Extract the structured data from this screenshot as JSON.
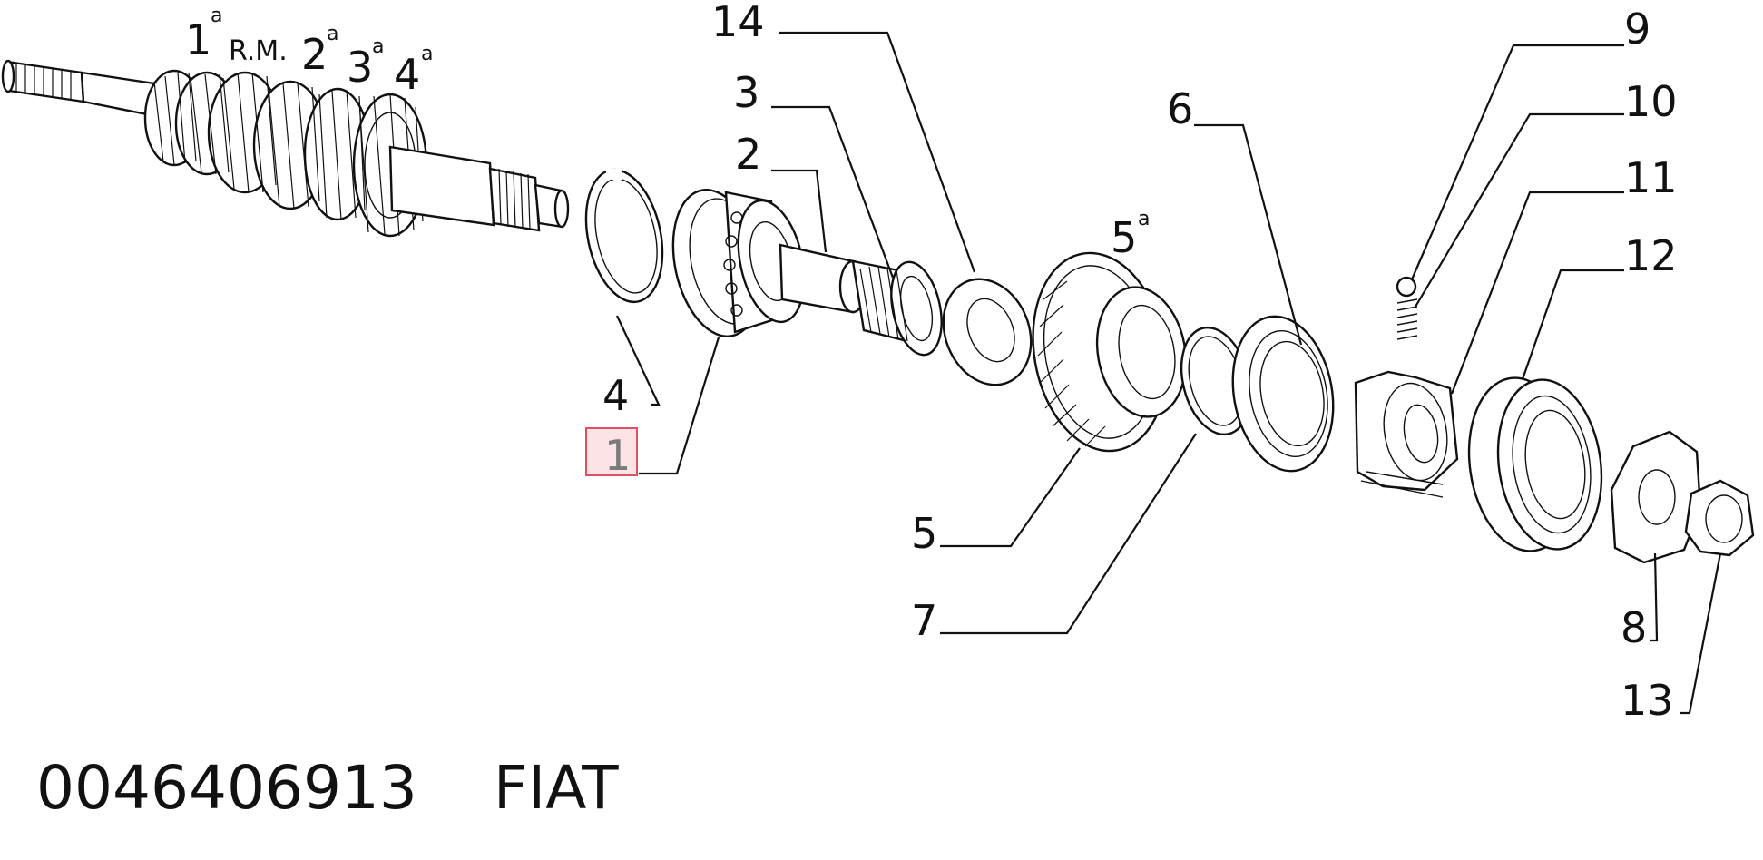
{
  "diagram": {
    "gear_labels": [
      {
        "num": "1",
        "sup": "a"
      },
      {
        "num": "R.M.",
        "sup": ""
      },
      {
        "num": "2",
        "sup": "a"
      },
      {
        "num": "3",
        "sup": "a"
      },
      {
        "num": "4",
        "sup": "a"
      },
      {
        "num": "5",
        "sup": "a"
      }
    ],
    "callouts": [
      "14",
      "3",
      "2",
      "4",
      "1",
      "9",
      "10",
      "11",
      "12",
      "6",
      "5",
      "7",
      "8",
      "13"
    ],
    "highlighted_callout": "1",
    "highlight_color": "#e05060"
  },
  "footer": {
    "part_number": "0046406913",
    "brand": "FIAT"
  }
}
